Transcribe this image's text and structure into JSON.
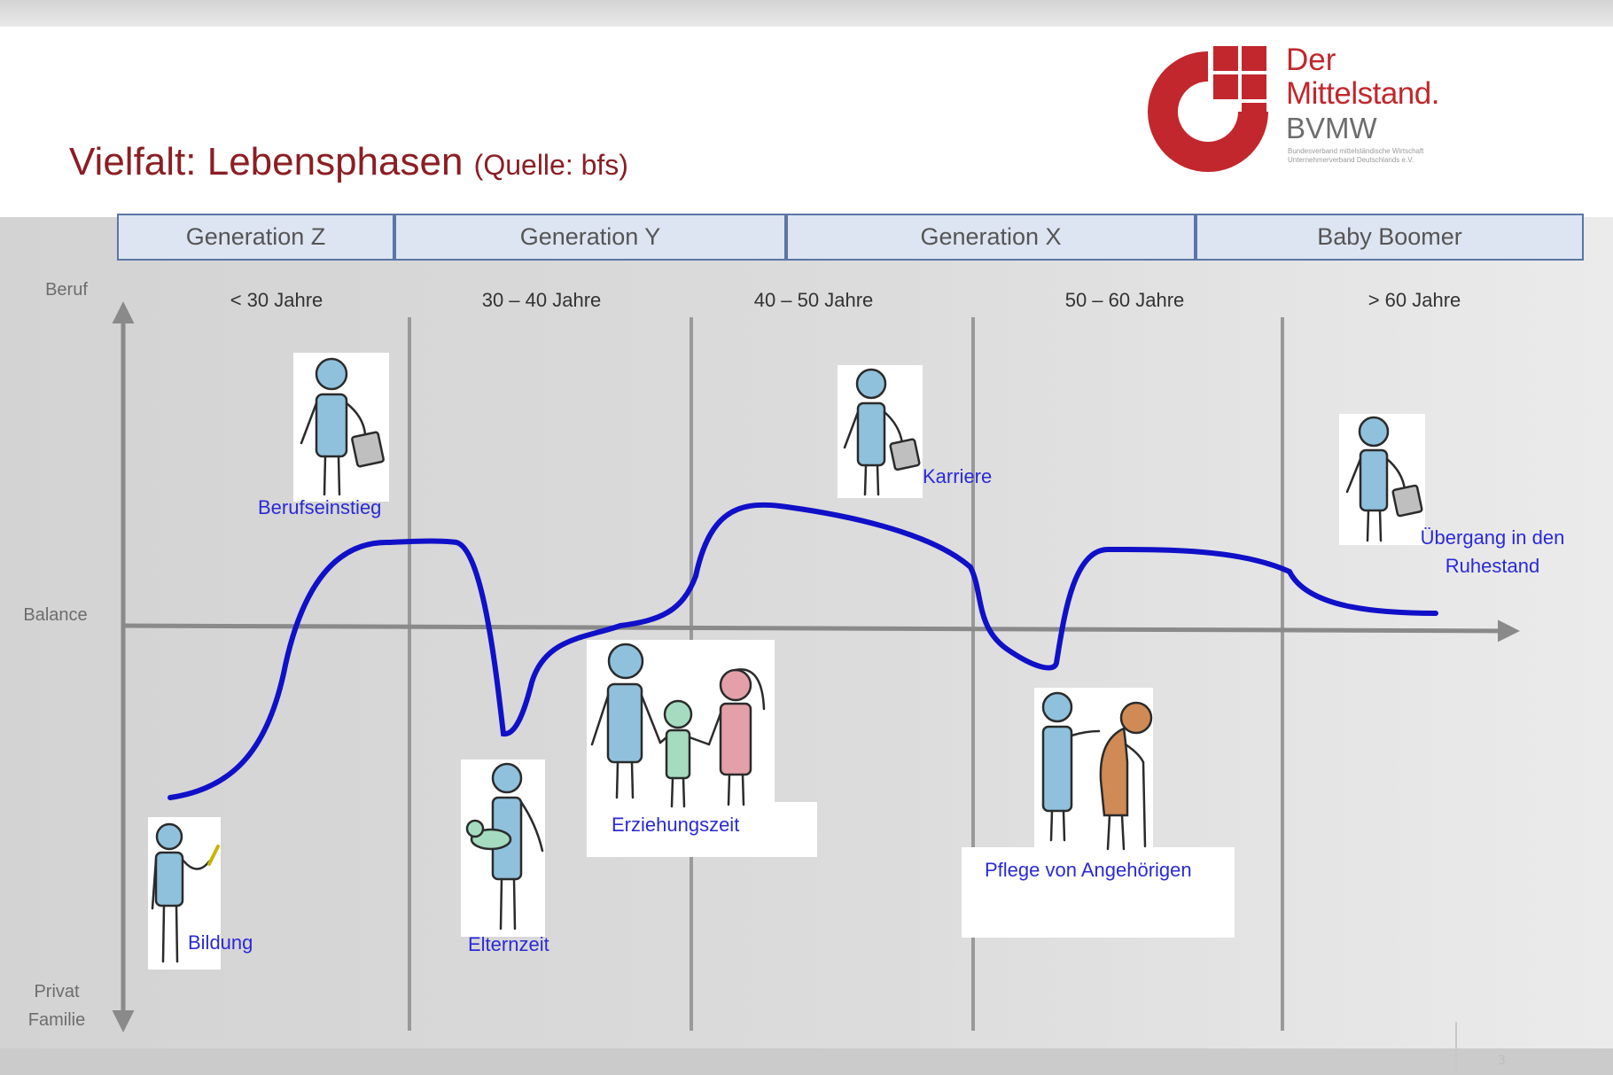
{
  "header": {
    "title": "Vielfalt: Lebensphasen",
    "source": "(Quelle: bfs)"
  },
  "logo": {
    "line1": "Der",
    "line2": "Mittelstand.",
    "line3": "BVMW",
    "sub1": "Bundesverband mittelständische Wirtschaft",
    "sub2": "Unternehmerverband Deutschlands e.V."
  },
  "generations": [
    "Generation Z",
    "Generation Y",
    "Generation X",
    "Baby Boomer"
  ],
  "axis": {
    "top": "Beruf",
    "middle": "Balance",
    "bottom_1": "Privat",
    "bottom_2": "Familie"
  },
  "age_groups": [
    "< 30 Jahre",
    "30 – 40 Jahre",
    "40 – 50 Jahre",
    "50 – 60 Jahre",
    "> 60 Jahre"
  ],
  "phases": {
    "bildung": "Bildung",
    "berufseinstieg": "Berufseinstieg",
    "elternzeit": "Elternzeit",
    "erziehungszeit": "Erziehungszeit",
    "karriere": "Karriere",
    "pflege": "Pflege von Angehörigen",
    "uebergang_1": "Übergang in den",
    "uebergang_2": "Ruhestand"
  },
  "footer": {
    "page": "3"
  },
  "colors": {
    "title": "#8b1e24",
    "logo_red": "#c1272d",
    "curve": "#1010c8",
    "phase_label": "#2a2ad6",
    "generation_fill": "#dde5f2",
    "generation_border": "#5b76a6"
  }
}
